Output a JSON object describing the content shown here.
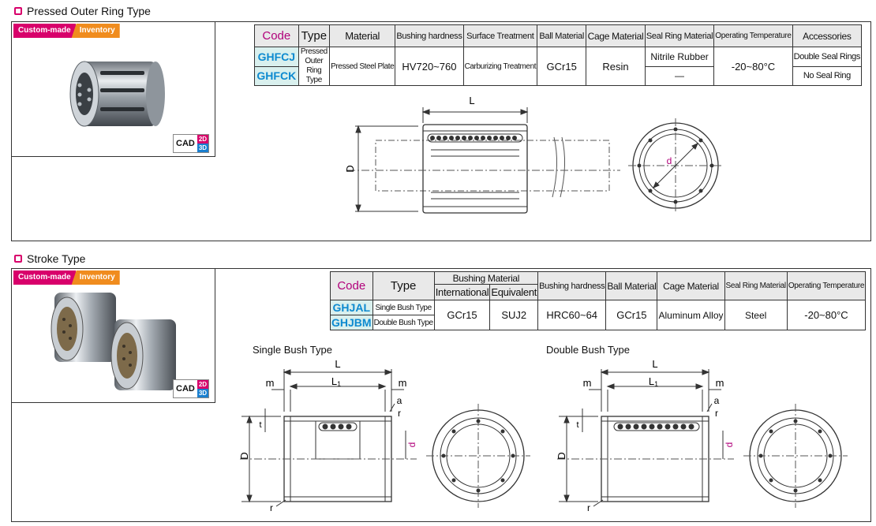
{
  "section1": {
    "title": "Pressed Outer Ring Type",
    "badges": {
      "custom": "Custom-made",
      "inventory": "Inventory"
    },
    "cad": {
      "label": "CAD",
      "two_d": "2D",
      "three_d": "3D"
    },
    "table": {
      "headers": [
        "Code",
        "Type",
        "Material",
        "Bushing hardness",
        "Surface Treatment",
        "Ball Material",
        "Cage Material",
        "Seal Ring Material",
        "Operating Temperature",
        "Accessories"
      ],
      "codes": [
        "GHFCJ",
        "GHFCK"
      ],
      "type_value": "Pressed Outer Ring Type",
      "material": "Pressed Steel Plate",
      "hardness": "HV720~760",
      "surface": "Carburizing Treatment",
      "ball": "GCr15",
      "cage": "Resin",
      "seal": [
        "Nitrile Rubber",
        "—"
      ],
      "temp": "-20~80°C",
      "accessories": [
        "Double Seal Rings",
        "No Seal Ring"
      ]
    },
    "drawing": {
      "L": "L",
      "D": "D",
      "d": "d"
    }
  },
  "section2": {
    "title": "Stroke Type",
    "badges": {
      "custom": "Custom-made",
      "inventory": "Inventory"
    },
    "cad": {
      "label": "CAD",
      "two_d": "2D",
      "three_d": "3D"
    },
    "table": {
      "headers": {
        "code": "Code",
        "type": "Type",
        "bushing_material": "Bushing Material",
        "international": "International",
        "equivalent": "Equivalent",
        "hardness": "Bushing hardness",
        "ball": "Ball Material",
        "cage": "Cage Material",
        "seal": "Seal Ring Material",
        "temp": "Operating Temperature"
      },
      "codes": [
        "GHJAL",
        "GHJBM"
      ],
      "types": [
        "Single Bush Type",
        "Double Bush Type"
      ],
      "international": "GCr15",
      "equivalent": "SUJ2",
      "hardness": "HRC60~64",
      "ball": "GCr15",
      "cage": "Aluminum Alloy",
      "seal": "Steel",
      "temp": "-20~80°C"
    },
    "single": {
      "title": "Single Bush Type",
      "L": "L",
      "L1": "L",
      "L1_sub": "1",
      "m": "m",
      "a": "a",
      "r": "r",
      "t": "t",
      "D": "D",
      "d": "d"
    },
    "double": {
      "title": "Double Bush Type",
      "L": "L",
      "L1": "L",
      "L1_sub": "1",
      "m": "m",
      "a": "a",
      "r": "r",
      "t": "t",
      "D": "D",
      "d": "d"
    }
  }
}
